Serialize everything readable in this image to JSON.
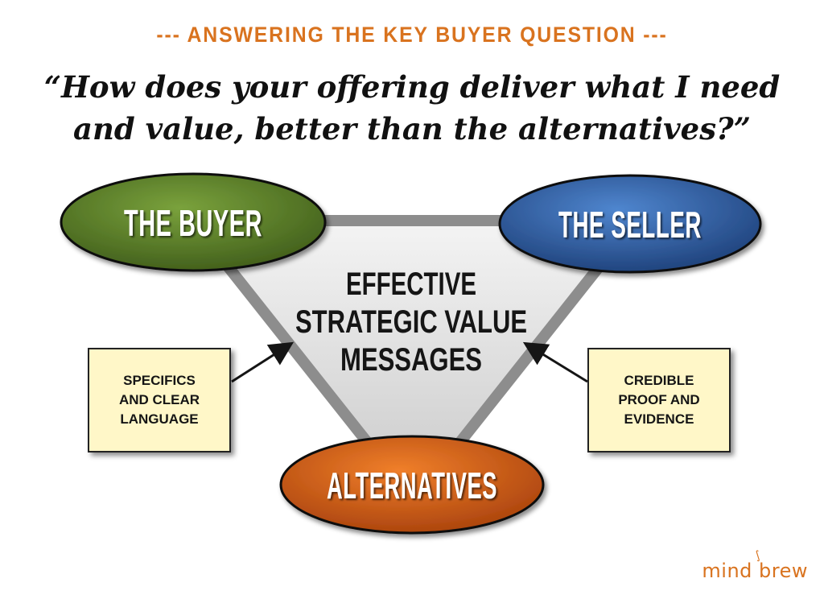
{
  "header": {
    "kicker": "--- ANSWERING THE KEY BUYER QUESTION ---",
    "question_line1": "“How does your offering deliver what I need",
    "question_line2": "and value, better than the alternatives?”"
  },
  "ovals": {
    "buyer": {
      "label": "THE BUYER",
      "color": "#5b7f2a"
    },
    "seller": {
      "label": "THE SELLER",
      "color": "#2e5fa6"
    },
    "alternatives": {
      "label": "ALTERNATIVES",
      "color": "#d9611a"
    }
  },
  "center": {
    "line1": "EFFECTIVE",
    "line2": "STRATEGIC VALUE",
    "line3": "MESSAGES"
  },
  "notes": {
    "left": {
      "line1": "SPECIFICS",
      "line2": "AND CLEAR",
      "line3": "LANGUAGE"
    },
    "right": {
      "line1": "CREDIBLE",
      "line2": "PROOF AND",
      "line3": "EVIDENCE"
    }
  },
  "brand": {
    "text": "mind brew",
    "icon": "steam-icon"
  }
}
